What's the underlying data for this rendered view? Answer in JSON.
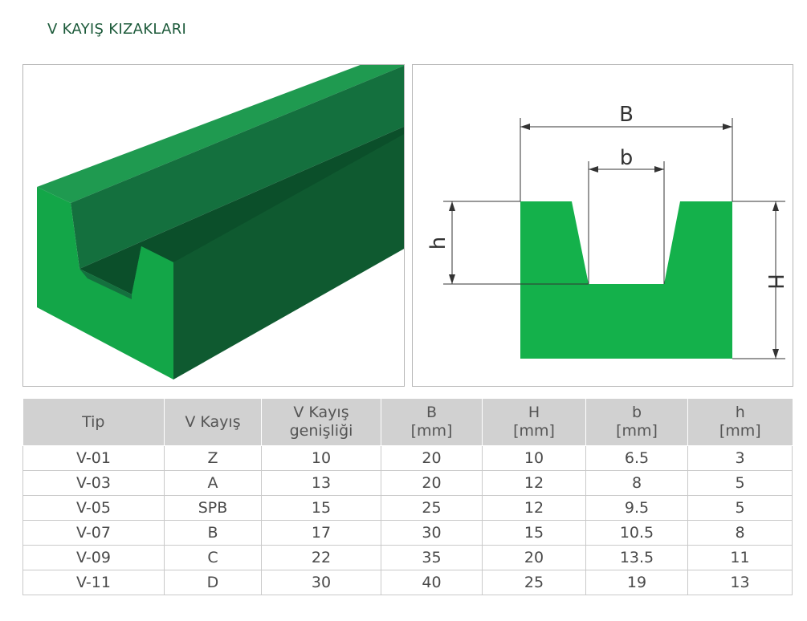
{
  "page": {
    "title": "V KAYIŞ KIZAKLARI"
  },
  "diagram": {
    "label_B": "B",
    "label_b": "b",
    "label_h": "h",
    "label_H": "H",
    "fill_color": "#14b14b",
    "line_color": "#333333"
  },
  "render_3d": {
    "colors": {
      "top": "#1f9a50",
      "front": "#13a648",
      "side": "#0f5a30",
      "groove_left": "#14703e",
      "groove_floor": "#0b4f2a"
    }
  },
  "table": {
    "header_bg": "#d1d1d1",
    "columns": [
      {
        "lines": [
          "Tip"
        ]
      },
      {
        "lines": [
          "V Kayış"
        ]
      },
      {
        "lines": [
          "V Kayış",
          "genişliği"
        ]
      },
      {
        "lines": [
          "B",
          "[mm]"
        ]
      },
      {
        "lines": [
          "H",
          "[mm]"
        ]
      },
      {
        "lines": [
          "b",
          "[mm]"
        ]
      },
      {
        "lines": [
          "h",
          "[mm]"
        ]
      }
    ],
    "rows": [
      [
        "V-01",
        "Z",
        "10",
        "20",
        "10",
        "6.5",
        "3"
      ],
      [
        "V-03",
        "A",
        "13",
        "20",
        "12",
        "8",
        "5"
      ],
      [
        "V-05",
        "SPB",
        "15",
        "25",
        "12",
        "9.5",
        "5"
      ],
      [
        "V-07",
        "B",
        "17",
        "30",
        "15",
        "10.5",
        "8"
      ],
      [
        "V-09",
        "C",
        "22",
        "35",
        "20",
        "13.5",
        "11"
      ],
      [
        "V-11",
        "D",
        "30",
        "40",
        "25",
        "19",
        "13"
      ]
    ]
  }
}
